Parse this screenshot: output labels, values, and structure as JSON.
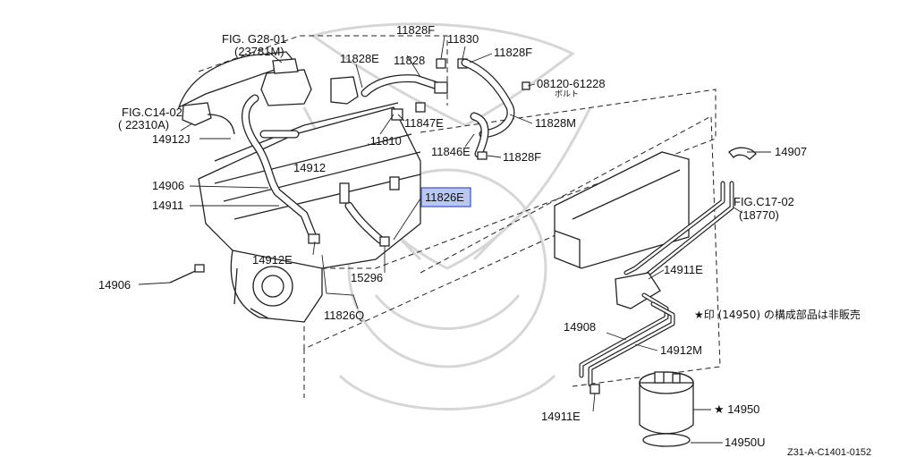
{
  "labels": {
    "fig_g28": "FIG. G28-01",
    "fig_g28_ref": "(23781M)",
    "fig_c14": "FIG.C14-02",
    "fig_c14_ref": "( 22310A)",
    "p14912J": "14912J",
    "p11828E_a": "11828E",
    "p11828": "11828",
    "p11828F_top": "11828F",
    "p11830": "11830",
    "p11828F_right": "11828F",
    "p08120": "08120-61228",
    "bolt_jp": "ボルト",
    "p11828M": "11828M",
    "p11847E": "11847E",
    "p11810": ".11810",
    "p11846E": "11846E",
    "p11828F_low": "11828F",
    "p14912": "14912",
    "p14906_a": "14906",
    "p14911": "14911",
    "p11826E": "11826E",
    "p14912E": "14912E",
    "p15296": "15296",
    "p14906_b": "14906",
    "p11826Q": "11826Q",
    "p14907": "14907",
    "fig_c17": "FIG.C17-02",
    "fig_c17_ref": "(18770)",
    "p14911E_a": "14911E",
    "note_jp": "★印 (14950) の構成部品は非販売",
    "p14908": "14908",
    "p14912M": "14912M",
    "p14911E_b": "14911E",
    "p14950": "★ 14950",
    "p14950U": "14950U",
    "diagram_code": "Z31-A-C1401-0152"
  },
  "colors": {
    "highlight_fill": "#b9c8f2",
    "highlight_stroke": "#3b52c4",
    "ink": "#222222",
    "watermark": "#d6d6d6"
  }
}
